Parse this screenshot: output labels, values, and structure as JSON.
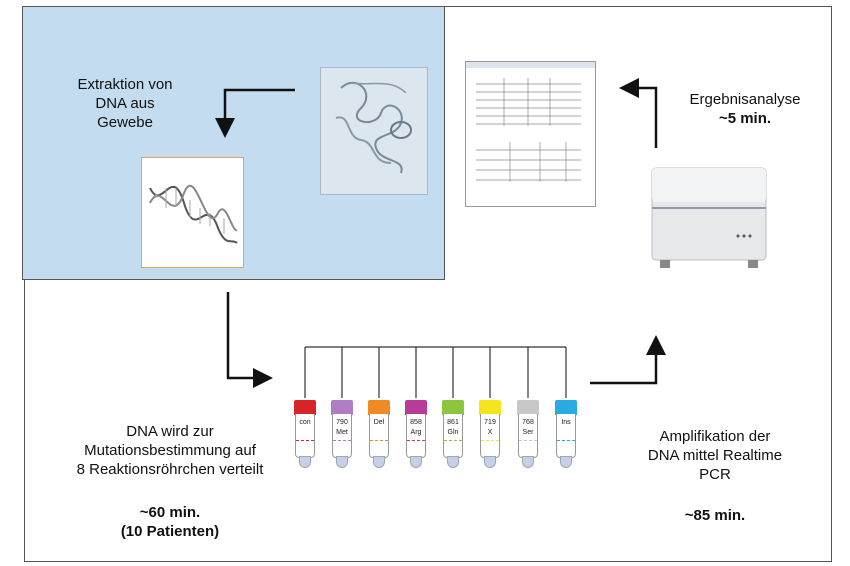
{
  "steps": {
    "extraction": {
      "line1": "Extraktion von",
      "line2": "DNA aus",
      "line3": "Gewebe"
    },
    "distribution": {
      "line1": "DNA wird zur",
      "line2": "Mutationsbestimmung auf",
      "line3": "8 Reaktionsröhrchen verteilt",
      "time": "~60 min.",
      "note": "(10 Patienten)"
    },
    "amplification": {
      "line1": "Amplifikation der",
      "line2": "DNA mittel Realtime",
      "line3": "PCR",
      "time": "~85 min."
    },
    "analysis": {
      "line1": "Ergebnisanalyse",
      "time": "~5 min."
    }
  },
  "tubes": [
    {
      "top": "con",
      "bottom": "",
      "color": "#d8232a"
    },
    {
      "top": "790",
      "bottom": "Met",
      "color": "#b07cc6"
    },
    {
      "top": "Del",
      "bottom": "",
      "color": "#f08a24"
    },
    {
      "top": "858",
      "bottom": "Arg",
      "color": "#b83a9a"
    },
    {
      "top": "861",
      "bottom": "Gln",
      "color": "#8cc63f"
    },
    {
      "top": "719",
      "bottom": "X",
      "color": "#f5e51b"
    },
    {
      "top": "768",
      "bottom": "Ser",
      "color": "#c8c8c8"
    },
    {
      "top": "Ins",
      "bottom": "",
      "color": "#29abe2"
    }
  ],
  "colors": {
    "panel": "#c4dcef",
    "accent": "#e8a25a"
  }
}
